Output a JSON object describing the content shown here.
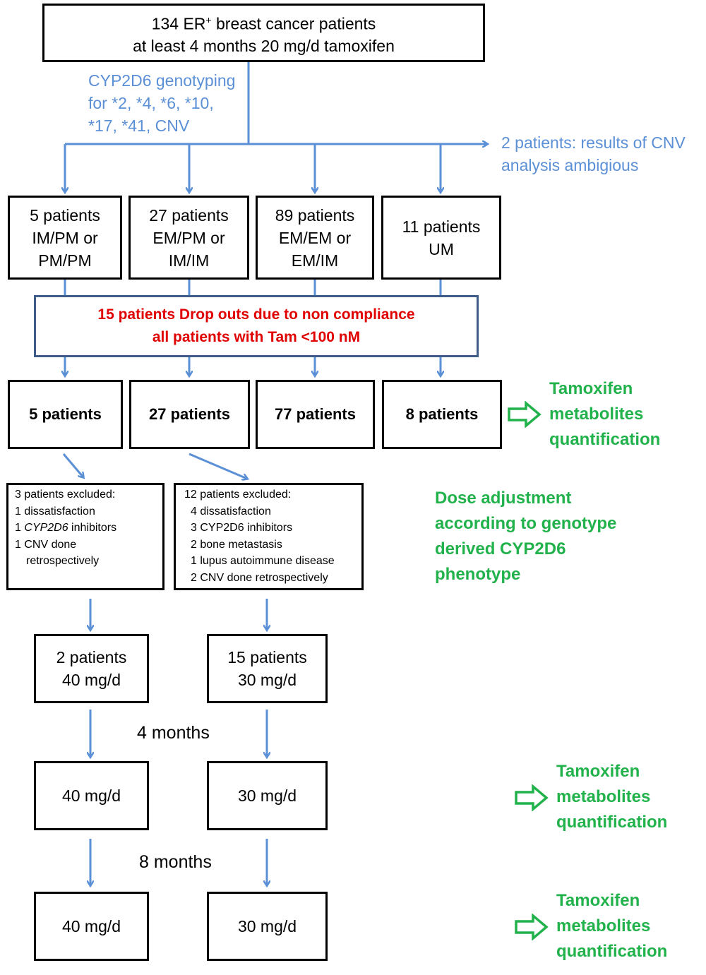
{
  "start": {
    "line1": "134 ER",
    "sup": "+",
    "line1_rest": " breast cancer patients",
    "line2": "at least 4 months 20 mg/d tamoxifen"
  },
  "genotyping": {
    "line1": "CYP2D6 genotyping",
    "line2": "for *2, *4, *6, *10,",
    "line3": "*17, *41, CNV"
  },
  "ambiguous": {
    "line1": "2 patients: results of CNV",
    "line2": "analysis ambigious"
  },
  "groups": [
    {
      "line1": "5 patients",
      "line2": "IM/PM or",
      "line3": "PM/PM"
    },
    {
      "line1": "27 patients",
      "line2": "EM/PM or",
      "line3": "IM/IM"
    },
    {
      "line1": "89 patients",
      "line2": "EM/EM or",
      "line3": "EM/IM"
    },
    {
      "line1": "11 patients",
      "line2": "UM"
    }
  ],
  "dropout": {
    "line1": "15 patients Drop outs due to non compliance",
    "line2": "all patients with Tam <100 nM"
  },
  "remaining": [
    "5 patients",
    "27 patients",
    "77 patients",
    "8 patients"
  ],
  "quant_label": {
    "line1": "Tamoxifen",
    "line2": "metabolites",
    "line3": "quantification"
  },
  "excluded_left": {
    "title": "3 patients excluded:",
    "l1": "1 dissatisfaction",
    "l2_num": "1 ",
    "l2_italic": "CYP2D6",
    "l2_rest": " inhibitors",
    "l3": "1 CNV done",
    "l4": "retrospectively"
  },
  "excluded_right": {
    "title": "12 patients excluded:",
    "l1": "4 dissatisfaction",
    "l2": "3 CYP2D6 inhibitors",
    "l3": "2 bone metastasis",
    "l4": "1 lupus autoimmune disease",
    "l5": "2 CNV done retrospectively"
  },
  "dose_adjustment": {
    "line1": "Dose adjustment",
    "line2": "according to genotype",
    "line3": "derived CYP2D6",
    "line4": "phenotype"
  },
  "dose_groups": [
    {
      "line1": "2 patients",
      "line2": "40 mg/d"
    },
    {
      "line1": "15 patients",
      "line2": "30 mg/d"
    }
  ],
  "time_4": "4 months",
  "time_8": "8 months",
  "dose_4m": [
    "40 mg/d",
    "30 mg/d"
  ],
  "dose_8m": [
    "40 mg/d",
    "30 mg/d"
  ],
  "colors": {
    "arrow_blue": "#5b8fd6",
    "text_green": "#22b24c",
    "text_red": "#e00000",
    "dropout_border": "#3d5c87"
  }
}
